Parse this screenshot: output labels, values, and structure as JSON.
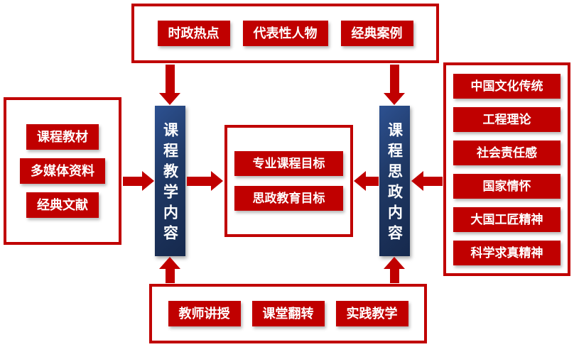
{
  "diagram": {
    "top": {
      "items": [
        "时政热点",
        "代表性人物",
        "经典案例"
      ]
    },
    "left": {
      "items": [
        "课程教材",
        "多媒体资料",
        "经典文献"
      ]
    },
    "right": {
      "items": [
        "中国文化传统",
        "工程理论",
        "社会责任感",
        "国家情怀",
        "大国工匠精神",
        "科学求真精神"
      ]
    },
    "bottom": {
      "items": [
        "教师讲授",
        "课堂翻转",
        "实践教学"
      ]
    },
    "center": {
      "items": [
        "专业课程目标",
        "思政教育目标"
      ]
    },
    "pillar_left": "课程教学内容",
    "pillar_right": "课程思政内容"
  },
  "colors": {
    "red": "#C00000",
    "navy": "#1F3864",
    "background": "#FFFFFF",
    "text_on_red": "#FFFFFF",
    "text_on_navy": "#FFFFFF"
  }
}
